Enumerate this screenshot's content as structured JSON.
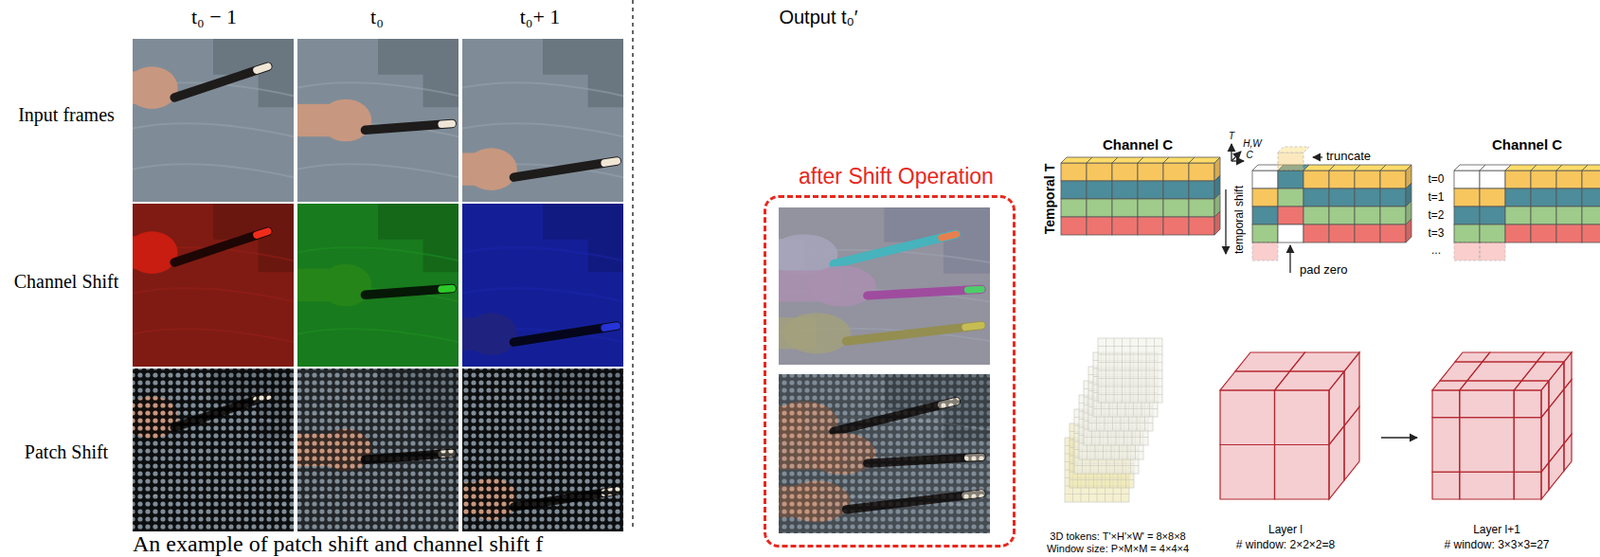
{
  "diagram": {
    "nodes": [
      {
        "text": [
          "after Shift Operation"
        ]
      }
    ],
    "labels": [
      "t₀ − 1",
      "t₀",
      "t₀+ 1",
      "Output t₀′",
      "Input frames",
      "Channel Shift",
      "Patch Shift",
      "An example of patch shift and channel shift f",
      "Channel C",
      "Temporal T",
      "T",
      "H,W",
      "C",
      "truncate",
      "temporal shift",
      "pad zero",
      "Channel C",
      "t=0",
      "t=1",
      "t=2",
      "t=3",
      "...",
      "3D tokens: T'×H'×W' = 8×8×8",
      "Window size: P×M×M = 4×4×4",
      "Layer l",
      "# window: 2×2×2=8",
      "Layer l+1",
      "# window: 3×3×3=27"
    ]
  }
}
